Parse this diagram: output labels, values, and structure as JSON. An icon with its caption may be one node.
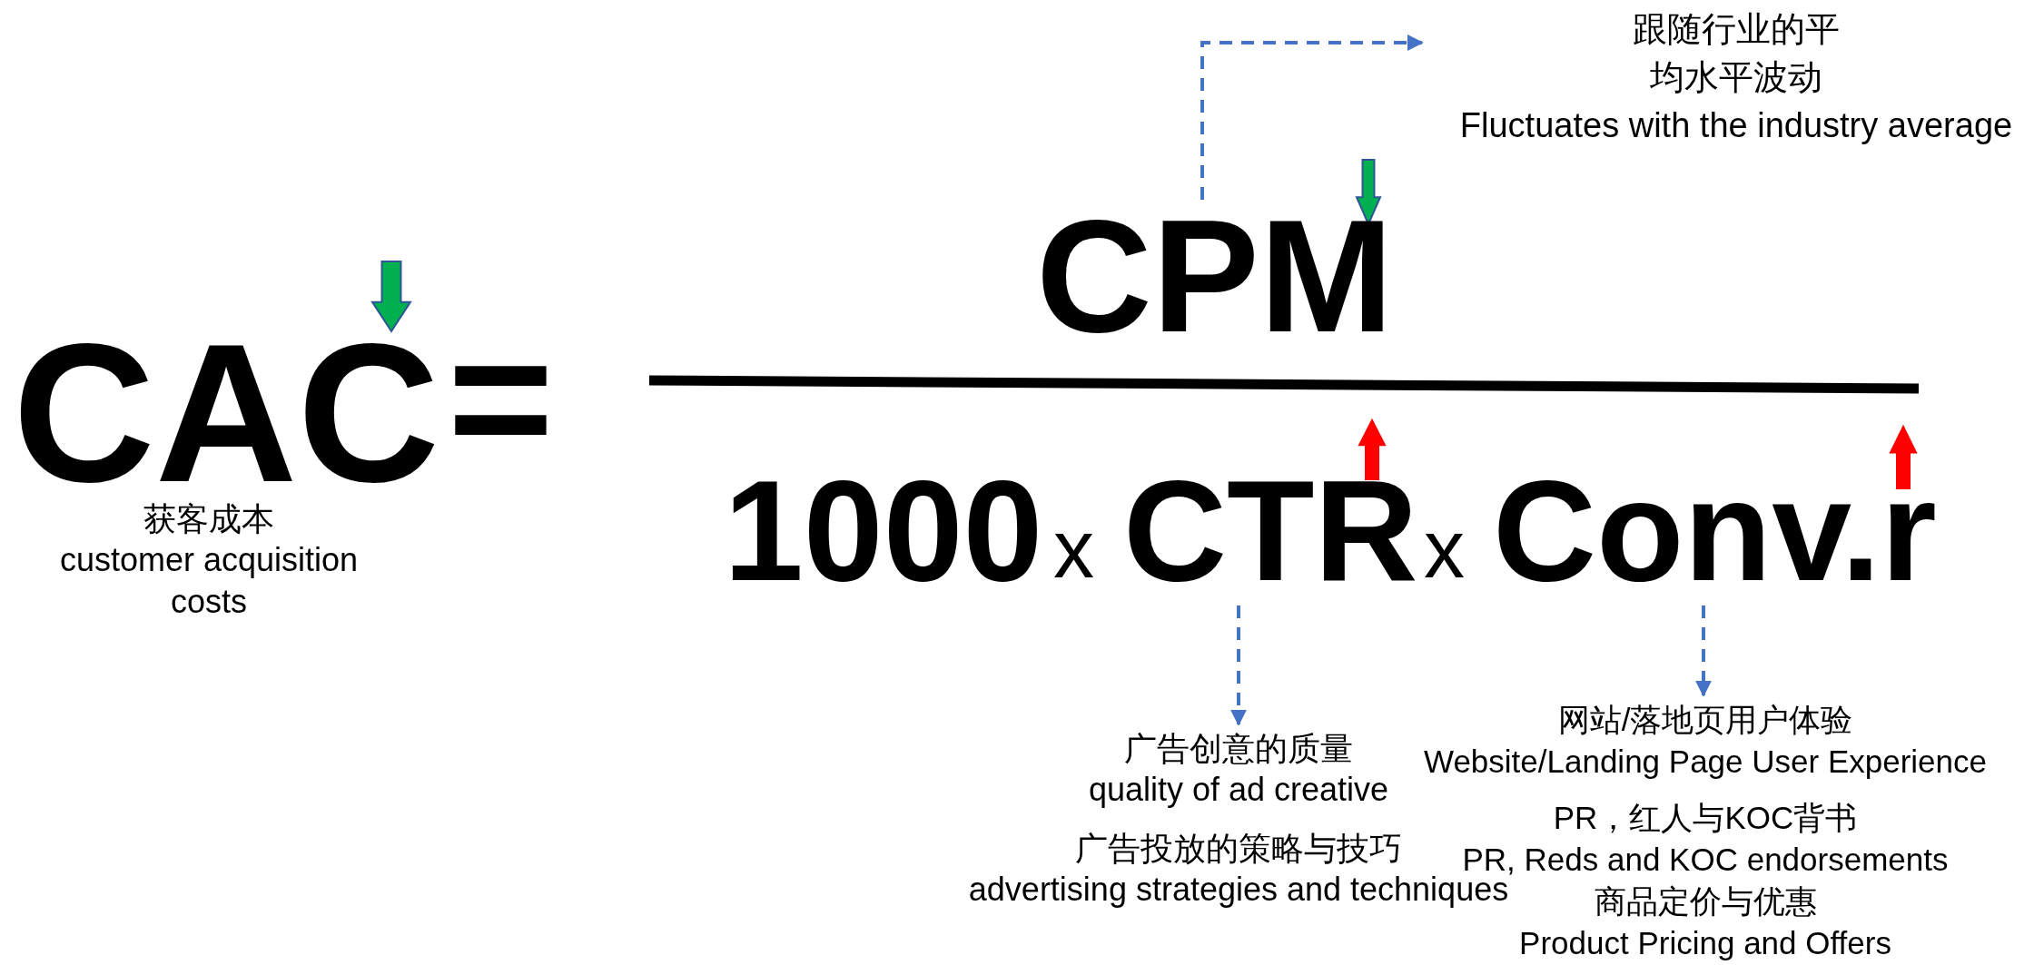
{
  "diagram": {
    "nodes": [
      {
        "text": [
          "CPM"
        ]
      },
      {
        "text": [
          "跟随行业的平均水平波动",
          "Fluctuates with the industry average"
        ]
      },
      {
        "text": [
          "CTR"
        ]
      },
      {
        "text": [
          "广告创意的质量",
          "quality of ad creative",
          "广告投放的策略与技巧",
          "advertising strategies and techniques"
        ]
      },
      {
        "text": [
          "Conv.r"
        ]
      },
      {
        "text": [
          "网站/落地页用户体验",
          "Website/Landing Page User Experience",
          "PR，红人与KOC背书",
          "PR, Reds and KOC endorsements",
          "商品定价与优惠",
          "Product Pricing and Offers"
        ]
      }
    ],
    "edges": [
      {
        "from": 0,
        "to": 1,
        "arrow": "to",
        "style": "dashed"
      },
      {
        "from": 2,
        "to": 3,
        "arrow": "to",
        "style": "dashed"
      },
      {
        "from": 4,
        "to": 5,
        "arrow": "to",
        "style": "dashed"
      }
    ],
    "labels": [
      "CAC",
      "=",
      "获客成本",
      "customer acquisition costs",
      "1000",
      "x",
      "x"
    ]
  }
}
